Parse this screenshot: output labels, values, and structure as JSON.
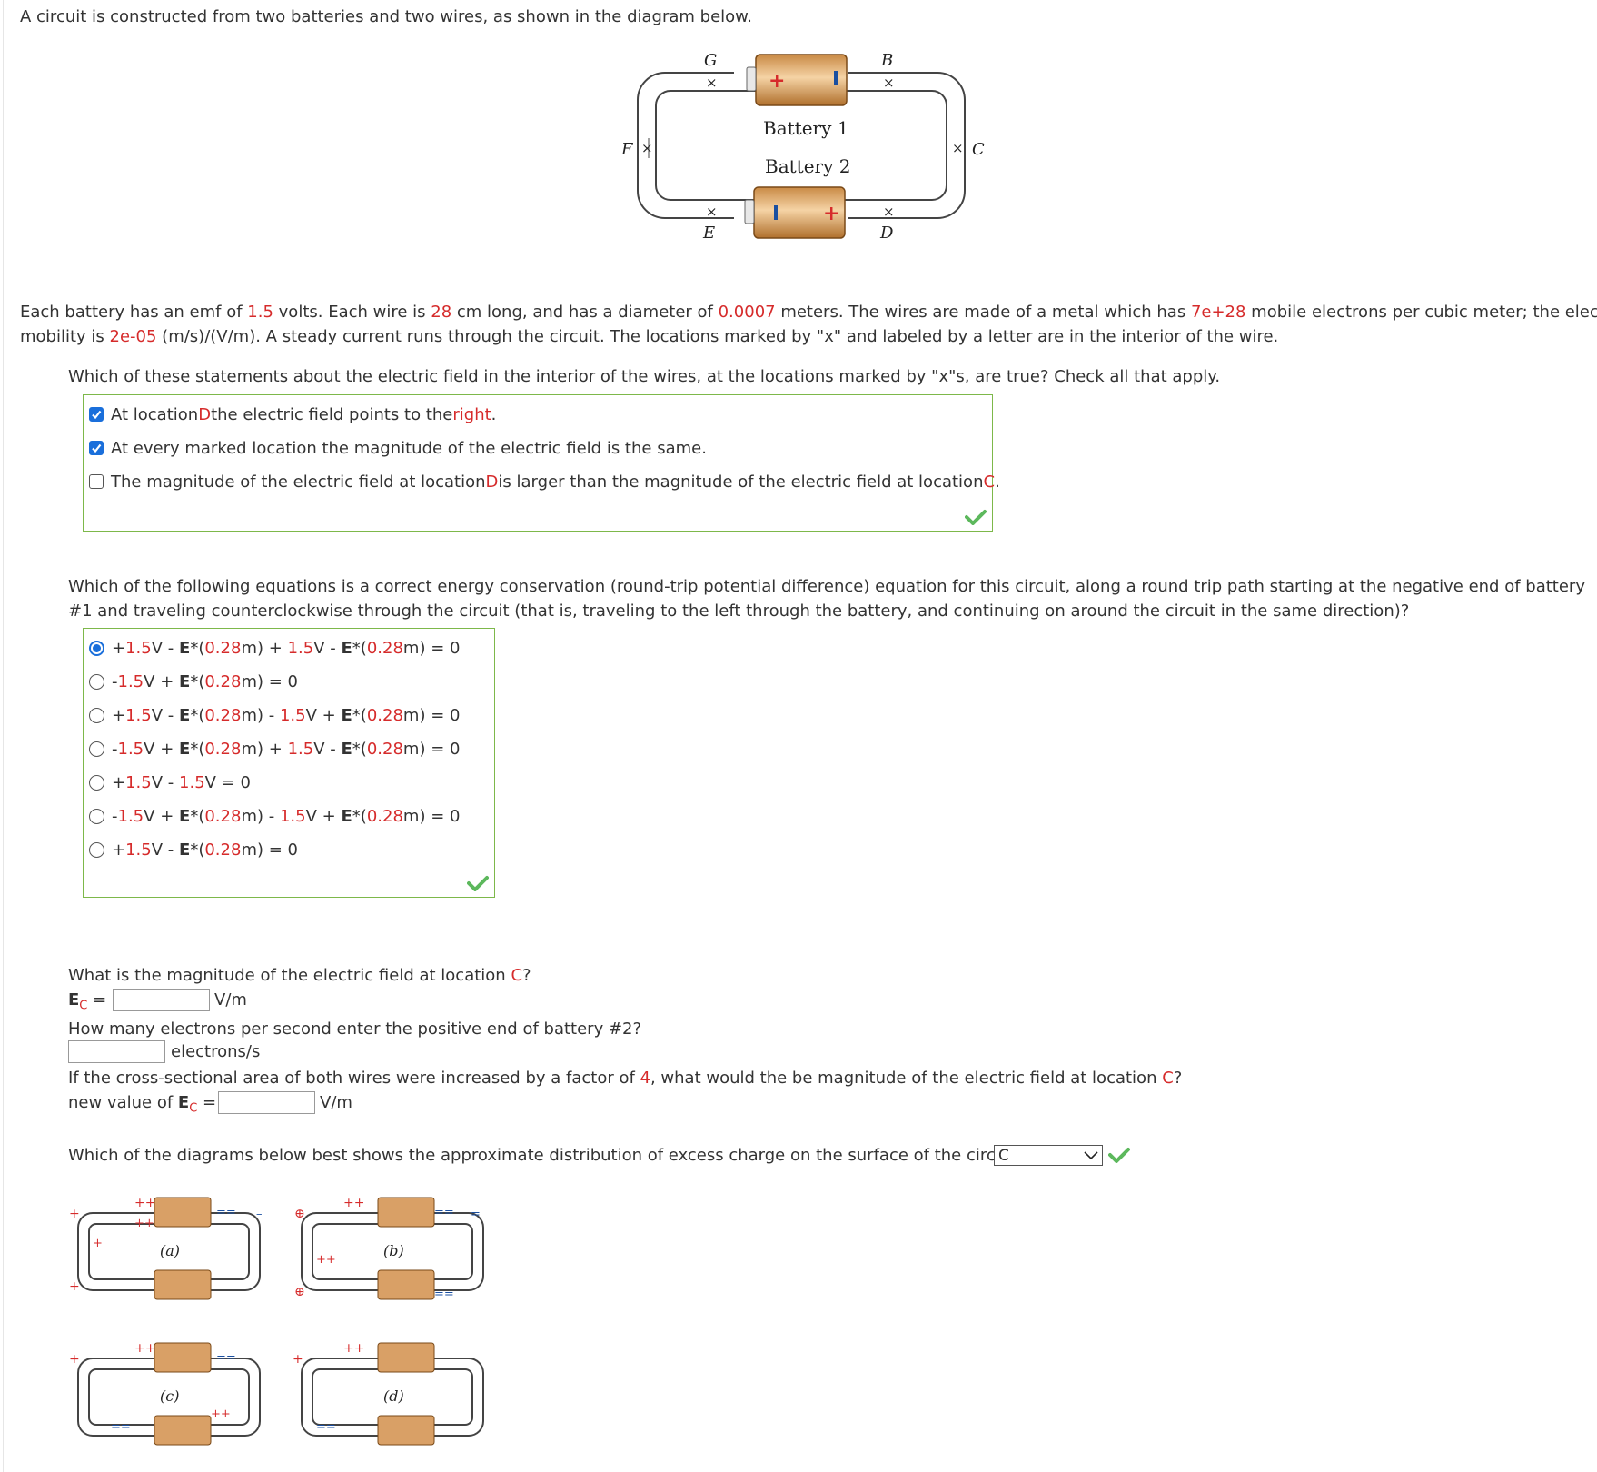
{
  "intro": "A circuit is constructed from two batteries and two wires, as shown in the diagram below.",
  "diagram": {
    "labels": [
      "G",
      "B",
      "F",
      "C",
      "E",
      "D"
    ],
    "battery1": "Battery 1",
    "battery2": "Battery 2",
    "marker": "×"
  },
  "problem": {
    "p1": "Each battery has an emf of ",
    "emf": "1.5",
    "p2": " volts. Each wire is ",
    "length": "28",
    "p3": " cm long, and has a diameter of ",
    "diameter": "0.0007",
    "p4": " meters. The wires are made of a metal which has ",
    "density": "7e+28",
    "p5": " mobile electrons per cubic meter; the electron",
    "p6": "mobility is ",
    "mobility": "2e-05",
    "p7": " (m/s)/(V/m). A steady current runs through the circuit. The locations marked by \"x\" and labeled by a letter are in the interior of the wire."
  },
  "q1": {
    "prompt": "Which of these statements about the electric field in the interior of the wires, at the locations marked by \"x\"s, are true? Check all that apply.",
    "opt1": {
      "a": "At location ",
      "loc": "D",
      "b": " the electric field points to the ",
      "dir": "right",
      "c": "."
    },
    "opt2": "At every marked location the magnitude of the electric field is the same.",
    "opt3": {
      "a": "The magnitude of the electric field at location ",
      "loc1": "D",
      "b": " is larger than the magnitude of the electric field at location ",
      "loc2": "C",
      "c": "."
    }
  },
  "q2": {
    "prompt1": "Which of the following equations is a correct energy conservation (round-trip potential difference) equation for this circuit, along a round trip path starting at the negative end of battery",
    "prompt2": "#1 and traveling counterclockwise through the circuit (that is, traveling to the left through the battery, and continuing on around the circuit in the same direction)?",
    "E": "E",
    "v15": "1.5",
    "d028": "0.28",
    "p1": "+",
    "m1": "-",
    "eq0": "= 0",
    "star": "*(",
    "mclose": " m)",
    "volt": "V",
    "vsp": " V"
  },
  "q3": {
    "prompt": "What is the magnitude of the electric field at location ",
    "loc": "C",
    "q": "?",
    "label": "E",
    "sub": "C",
    "eq": " =",
    "unit": "V/m"
  },
  "q4": {
    "prompt": "How many electrons per second enter the positive end of battery #2?",
    "unit": "electrons/s"
  },
  "q5": {
    "prompt": "If the cross-sectional area of both wires were increased by a factor of ",
    "factor": "4",
    "prompt2": ", what would the be magnitude of the electric field at location ",
    "loc": "C",
    "q": "?",
    "label": "new value of ",
    "E": "E",
    "sub": "C",
    "eq": " =",
    "unit": "V/m"
  },
  "q6": {
    "prompt": "Which of the diagrams below best shows the approximate distribution of excess charge on the surface of the circuit?",
    "selected": "C",
    "labels": [
      "(a)",
      "(b)",
      "(c)",
      "(d)"
    ]
  },
  "colors": {
    "accent": "#d62b2b",
    "check": "#5cb85c",
    "border": "#7db84a",
    "radio": "#1a6fdb"
  }
}
